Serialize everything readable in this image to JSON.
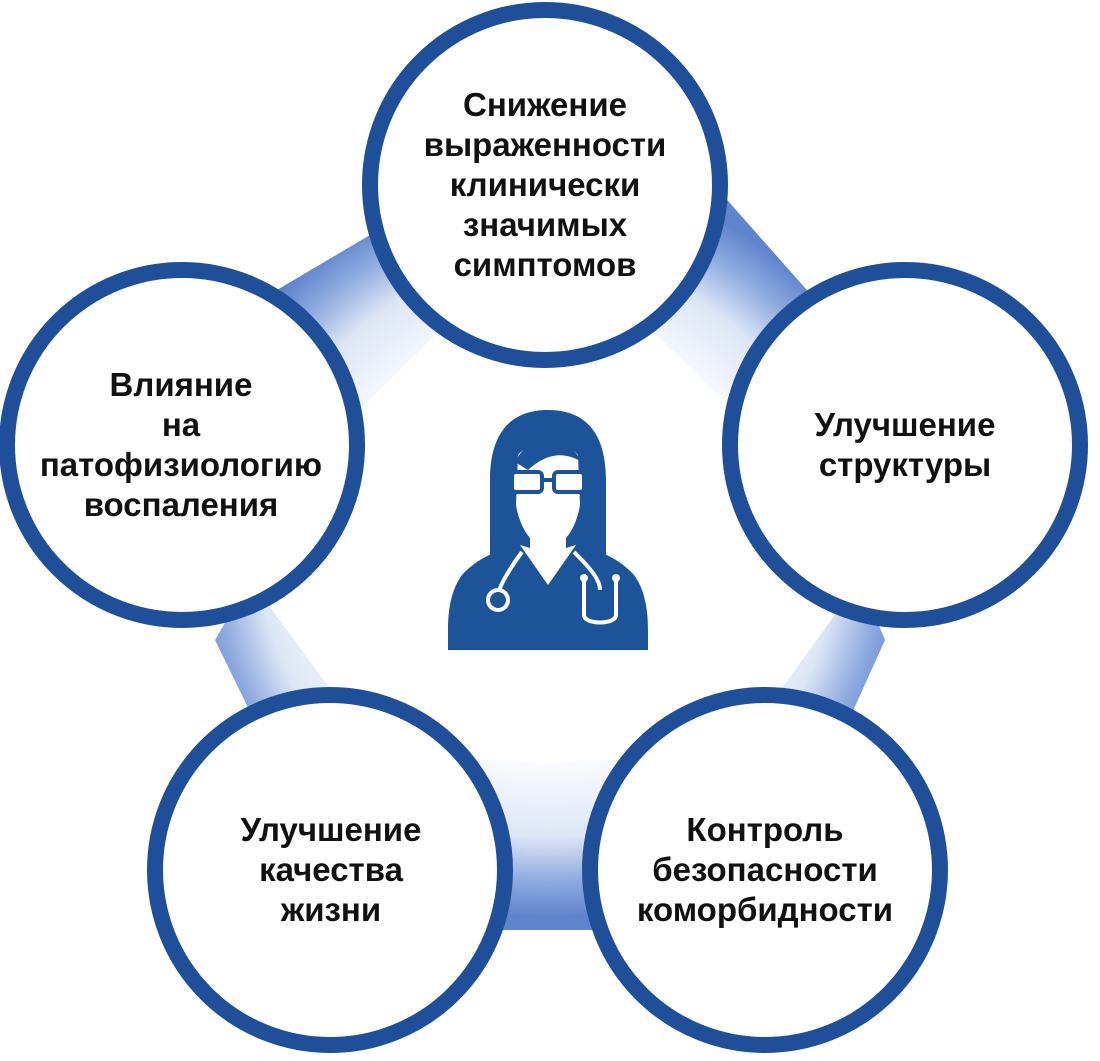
{
  "nodes": [
    {
      "id": "top",
      "lines": [
        "Снижение",
        "выраженности",
        "клинически",
        "значимых",
        "симптомов"
      ]
    },
    {
      "id": "right",
      "lines": [
        "Улучшение",
        "структуры"
      ]
    },
    {
      "id": "bottom-right",
      "lines": [
        "Контроль",
        "безопасности",
        "коморбидности"
      ]
    },
    {
      "id": "bottom-left",
      "lines": [
        "Улучшение",
        "качества",
        "жизни"
      ]
    },
    {
      "id": "left",
      "lines": [
        "Влияние",
        "на",
        "патофизиологию",
        "воспаления"
      ]
    }
  ],
  "center_icon": "doctor-with-stethoscope-icon",
  "colors": {
    "ring": "#1f4f99",
    "ring_fill": "#ffffff",
    "link": "#6f92d6",
    "icon": "#1d5499",
    "text": "#111111"
  }
}
